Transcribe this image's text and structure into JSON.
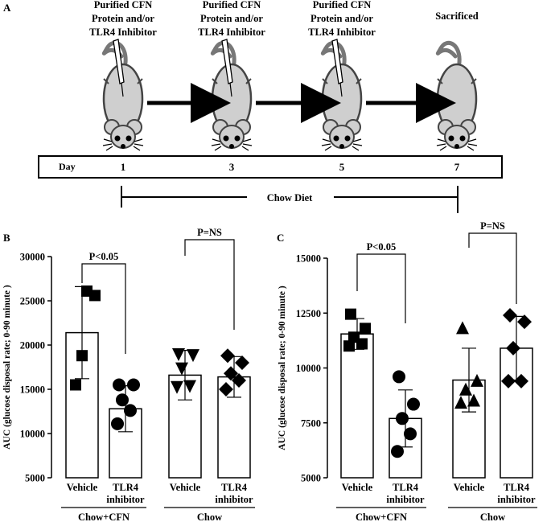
{
  "panel_a": {
    "label": "A",
    "steps": [
      {
        "caption": [
          "Purified CFN",
          "Protein and/or",
          "TLR4 Inhibitor"
        ],
        "day": "1"
      },
      {
        "caption": [
          "Purified CFN",
          "Protein and/or",
          "TLR4 Inhibitor"
        ],
        "day": "3"
      },
      {
        "caption": [
          "Purified CFN",
          "Protein and/or",
          "TLR4 Inhibitor"
        ],
        "day": "5"
      },
      {
        "caption": [
          "Sacrificed"
        ],
        "day": "7"
      }
    ],
    "day_label": "Day",
    "diet_label": "Chow Diet"
  },
  "chart_data": [
    {
      "panel": "B",
      "type": "bar",
      "ylabel": "AUC (glucose disposal rate; 0-90 minute )",
      "ylim": [
        5000,
        30000
      ],
      "yticks": [
        5000,
        10000,
        15000,
        20000,
        25000,
        30000
      ],
      "categories": [
        "Vehicle",
        "TLR4 inhibitor",
        "Vehicle",
        "TLR4 inhibitor"
      ],
      "category_lines": [
        [
          "Vehicle"
        ],
        [
          "TLR4",
          "inhibitor"
        ],
        [
          "Vehicle"
        ],
        [
          "TLR4",
          "inhibitor"
        ]
      ],
      "groups": [
        "Chow+CFN",
        "Chow"
      ],
      "means": [
        21400,
        12800,
        16600,
        16400
      ],
      "errors": [
        5200,
        2600,
        2800,
        2300
      ],
      "markers": [
        "square",
        "circle",
        "triangle-down",
        "diamond"
      ],
      "points": [
        [
          26100,
          25600,
          18800,
          15500
        ],
        [
          15500,
          15500,
          13800,
          12600,
          11100
        ],
        [
          19000,
          18900,
          17400,
          15400,
          15300
        ],
        [
          18800,
          18000,
          16800,
          16000,
          15000
        ]
      ],
      "comparisons": [
        "P<0.05",
        "P=NS"
      ],
      "grid": false
    },
    {
      "panel": "C",
      "type": "bar",
      "ylabel": "AUC (glucose disposal rate; 0-90 minute )",
      "ylim": [
        5000,
        15000
      ],
      "yticks": [
        5000,
        7500,
        10000,
        12500,
        15000
      ],
      "categories": [
        "Vehicle",
        "TLR4 inhibitor",
        "Vehicle",
        "TLR4 inhibitor"
      ],
      "category_lines": [
        [
          "Vehicle"
        ],
        [
          "TLR4",
          "inhibitor"
        ],
        [
          "Vehicle"
        ],
        [
          "TLR4",
          "inhibitor"
        ]
      ],
      "groups": [
        "Chow+CFN",
        "Chow"
      ],
      "means": [
        11550,
        7700,
        9450,
        10900
      ],
      "errors": [
        700,
        1300,
        1450,
        1450
      ],
      "markers": [
        "square",
        "circle",
        "triangle-up",
        "diamond"
      ],
      "points": [
        [
          12450,
          11800,
          11400,
          11100,
          11000
        ],
        [
          9600,
          8350,
          7700,
          7000,
          6200
        ],
        [
          11800,
          9400,
          9000,
          8500,
          8400
        ],
        [
          12400,
          12100,
          10900,
          9400,
          9400
        ]
      ],
      "comparisons": [
        "P<0.05",
        "P=NS"
      ],
      "grid": false
    }
  ]
}
